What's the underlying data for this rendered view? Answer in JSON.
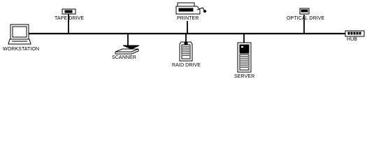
{
  "diagram": {
    "labels": {
      "workstation": "WORKSTATION",
      "tape_drive": "TAPE DRIVE",
      "printer": "PRINTER",
      "optical_drive": "OPTICAL DRIVE",
      "hub": "HUB",
      "scanner": "SCANNER",
      "raid_drive": "RAID DRIVE",
      "server": "SERVER"
    }
  }
}
